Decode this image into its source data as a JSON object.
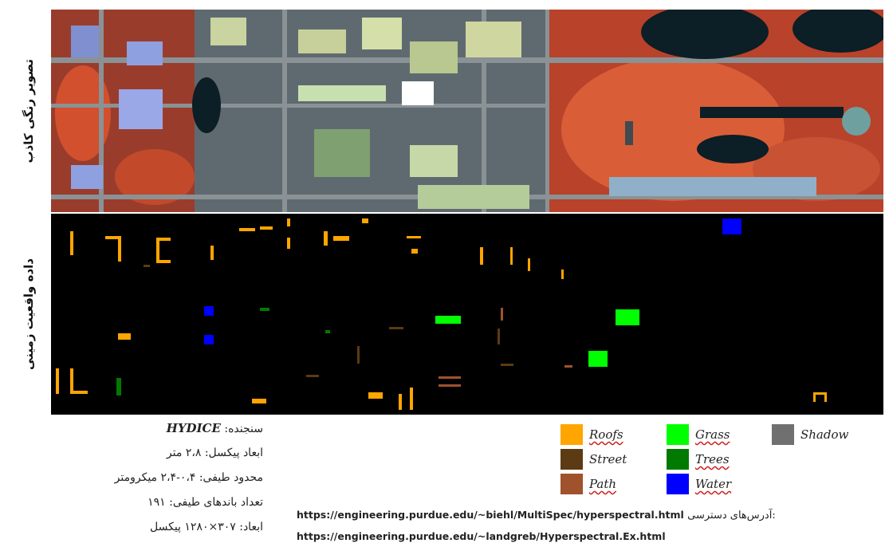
{
  "labels": {
    "false_color": "تصویر رنگی کاذب",
    "ground_truth": "داده واقعیت زمینی"
  },
  "meta": {
    "sensor_label": "سنجنده:",
    "sensor_value": "HYDICE",
    "pixel_size": "ابعاد پیکسل: ۲،۸ متر",
    "spectral_range": "محدود طیفی: ۰،۴-۲،۴ میکرومتر",
    "band_count": "تعداد باندهای طیفی: ۱۹۱",
    "dimensions": "ابعاد: ۳۰۷×۱۲۸۰ پیکسل"
  },
  "legend": [
    {
      "name": "Roofs",
      "color": "#ffa500"
    },
    {
      "name": "Street",
      "color": "#5c3a14"
    },
    {
      "name": "Path",
      "color": "#a0522d"
    },
    {
      "name": "Grass",
      "color": "#00ff00"
    },
    {
      "name": "Trees",
      "color": "#007a00"
    },
    {
      "name": "Water",
      "color": "#0000ff"
    },
    {
      "name": "Shadow",
      "color": "#707070"
    }
  ],
  "links": {
    "label": "آدرس‌های دسترسی:",
    "url1": "https://engineering.purdue.edu/~biehl/MultiSpec/hyperspectral.html",
    "url2": "https://engineering.purdue.edu/~landgreb/Hyperspectral.Ex.html"
  }
}
